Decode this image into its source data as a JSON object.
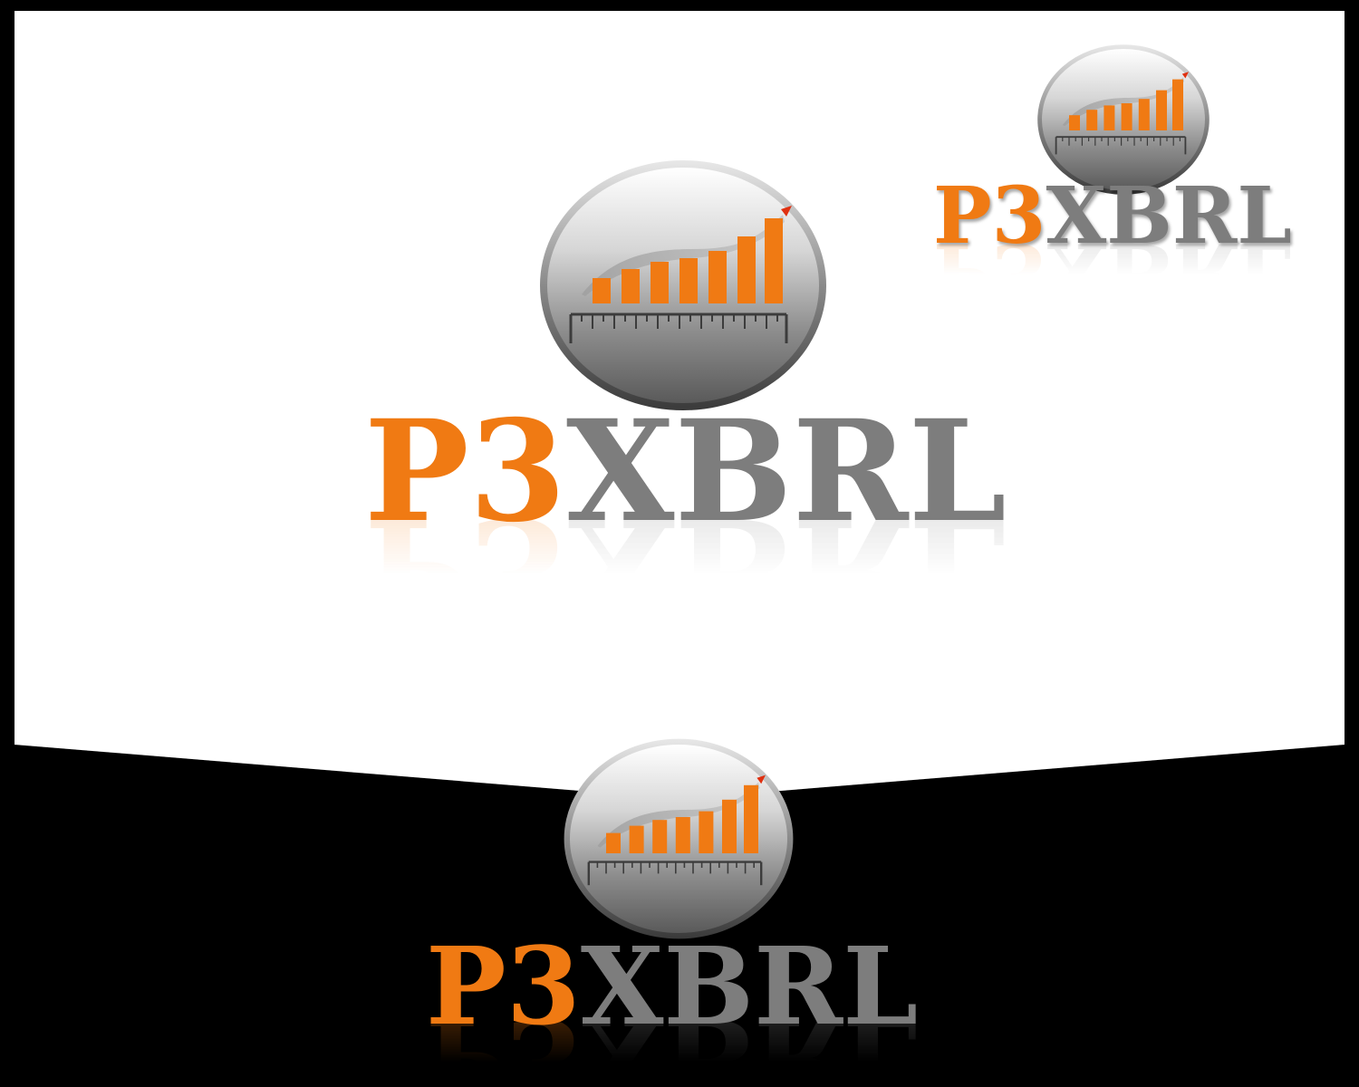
{
  "brand": {
    "name_part1": "P3",
    "name_part2": "XBRL"
  },
  "colors": {
    "accent_orange": "#F07A13",
    "text_gray": "#7D7D7D",
    "background_light": "#FFFFFF",
    "background_dark": "#000000",
    "emblem_gray_dark": "#4A4A4A",
    "emblem_gray_light": "#F2F2F2"
  },
  "icons": {
    "emblem": "growth-chart-ruler-icon"
  },
  "variants": [
    {
      "id": "small-top-right",
      "background": "light"
    },
    {
      "id": "large-center",
      "background": "light"
    },
    {
      "id": "bottom-on-dark",
      "background": "dark"
    }
  ]
}
